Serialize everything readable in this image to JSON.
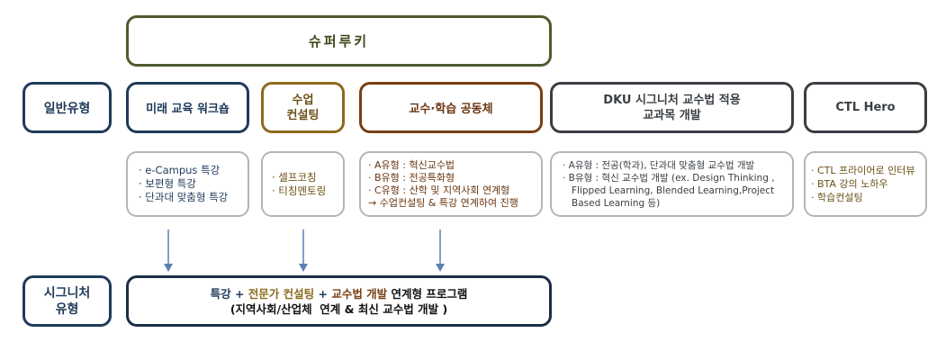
{
  "top_box": {
    "label": "슈퍼루키"
  },
  "left_labels": {
    "general": "일반유형",
    "signature_line1": "시그니처",
    "signature_line2": "유형"
  },
  "categories": {
    "future": "미래 교육 워크숍",
    "consult_line1": "수업",
    "consult_line2": "컨설팅",
    "community": "교수·학습 공동체",
    "dku_line1": "DKU 시그니처 교수법 적용",
    "dku_line2": "교과목 개발",
    "ctl": "CTL Hero"
  },
  "details": {
    "future": [
      "· e-Campus 특강",
      "· 보편형 특강",
      "· 단과대 맞춤형 특강"
    ],
    "consult": [
      "· 셀프코칭",
      "· 티칭멘토링"
    ],
    "community": [
      "· A유형 : 혁신교수법",
      "· B유형 : 전공특화형",
      "· C유형 : 산학 및 지역사회 연계형",
      "→  수업컨설팅 & 특강  연계하여 진행"
    ],
    "dku": [
      "· A유형 : 전공(학과), 단과대 맞춤형 교수법 개발",
      "· B유형 : 혁신 교수법 개발 (ex. Design Thinking ,",
      "Flipped Learning, Blended Learning,Project",
      "Based Learning 등)"
    ],
    "ctl": [
      "· CTL 프라이어로 인터뷰",
      "· BTA 강의 노하우",
      "· 학습컨설팅"
    ]
  },
  "signature_program": {
    "part1": "특강",
    "plus1": " + ",
    "part2": "전문가 컨설팅",
    "plus2": " + ",
    "part3": "교수법 개발",
    "part4": " 연계형 프로그램",
    "line2": "(지역사회/산업체  연계 & 최신 교수법 개발 )"
  },
  "colors": {
    "navy": "#1f3a5a",
    "olive": "#4e5b2e",
    "gold": "#8c6b1f",
    "brown": "#7a3f13",
    "gray": "#3a3f44",
    "arrow": "#5b7fb5"
  }
}
